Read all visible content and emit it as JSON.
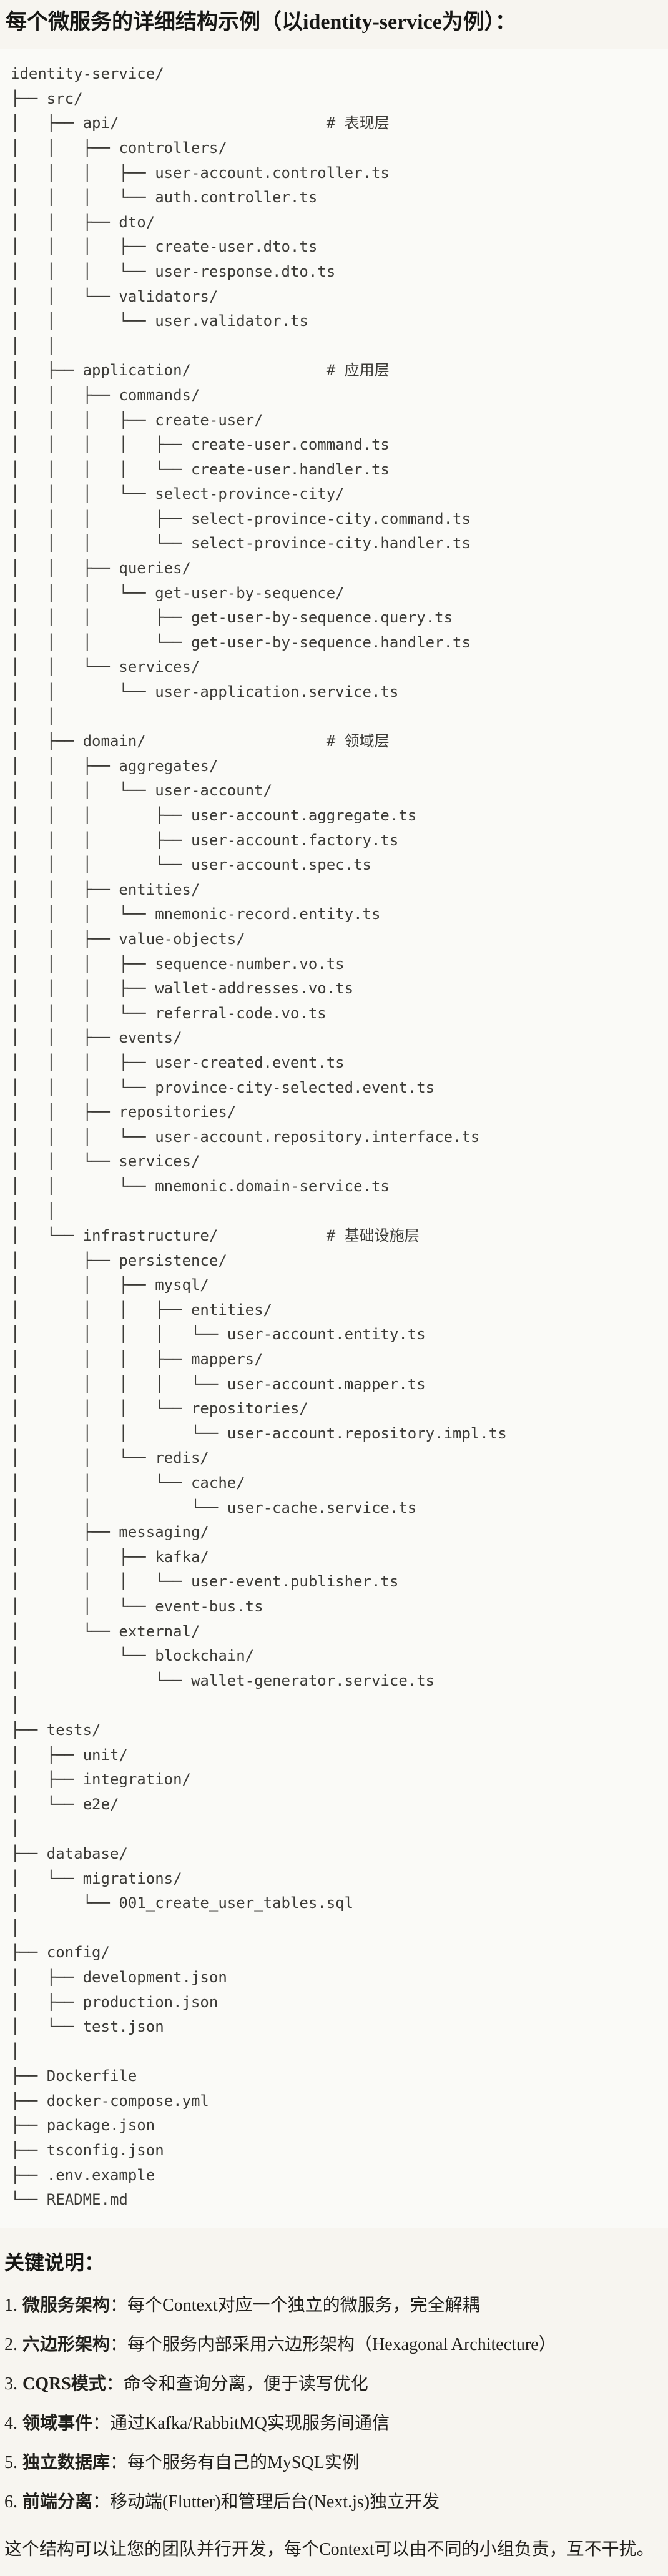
{
  "page": {
    "title": "每个微服务的详细结构示例（以identity-service为例）：",
    "notes_heading": "关键说明：",
    "closing_paragraph": "这个结构可以让您的团队并行开发，每个Context可以由不同的小组负责，互不干扰。"
  },
  "colors": {
    "page_bg": "#f7f5f0",
    "code_bg": "#fafaf7",
    "code_border": "#e8e5de",
    "body_text": "#21201c",
    "code_text": "#3c3b37"
  },
  "tree": {
    "root": "identity-service/",
    "layer_comments": [
      "# 表现层",
      "# 应用层",
      "# 领域层",
      "# 基础设施层"
    ],
    "lines": [
      "identity-service/",
      "├── src/",
      "│   ├── api/                       # 表现层",
      "│   │   ├── controllers/",
      "│   │   │   ├── user-account.controller.ts",
      "│   │   │   └── auth.controller.ts",
      "│   │   ├── dto/",
      "│   │   │   ├── create-user.dto.ts",
      "│   │   │   └── user-response.dto.ts",
      "│   │   └── validators/",
      "│   │       └── user.validator.ts",
      "│   │",
      "│   ├── application/               # 应用层",
      "│   │   ├── commands/",
      "│   │   │   ├── create-user/",
      "│   │   │   │   ├── create-user.command.ts",
      "│   │   │   │   └── create-user.handler.ts",
      "│   │   │   └── select-province-city/",
      "│   │   │       ├── select-province-city.command.ts",
      "│   │   │       └── select-province-city.handler.ts",
      "│   │   ├── queries/",
      "│   │   │   └── get-user-by-sequence/",
      "│   │   │       ├── get-user-by-sequence.query.ts",
      "│   │   │       └── get-user-by-sequence.handler.ts",
      "│   │   └── services/",
      "│   │       └── user-application.service.ts",
      "│   │",
      "│   ├── domain/                    # 领域层",
      "│   │   ├── aggregates/",
      "│   │   │   └── user-account/",
      "│   │   │       ├── user-account.aggregate.ts",
      "│   │   │       ├── user-account.factory.ts",
      "│   │   │       └── user-account.spec.ts",
      "│   │   ├── entities/",
      "│   │   │   └── mnemonic-record.entity.ts",
      "│   │   ├── value-objects/",
      "│   │   │   ├── sequence-number.vo.ts",
      "│   │   │   ├── wallet-addresses.vo.ts",
      "│   │   │   └── referral-code.vo.ts",
      "│   │   ├── events/",
      "│   │   │   ├── user-created.event.ts",
      "│   │   │   └── province-city-selected.event.ts",
      "│   │   ├── repositories/",
      "│   │   │   └── user-account.repository.interface.ts",
      "│   │   └── services/",
      "│   │       └── mnemonic.domain-service.ts",
      "│   │",
      "│   └── infrastructure/            # 基础设施层",
      "│       ├── persistence/",
      "│       │   ├── mysql/",
      "│       │   │   ├── entities/",
      "│       │   │   │   └── user-account.entity.ts",
      "│       │   │   ├── mappers/",
      "│       │   │   │   └── user-account.mapper.ts",
      "│       │   │   └── repositories/",
      "│       │   │       └── user-account.repository.impl.ts",
      "│       │   └── redis/",
      "│       │       └── cache/",
      "│       │           └── user-cache.service.ts",
      "│       ├── messaging/",
      "│       │   ├── kafka/",
      "│       │   │   └── user-event.publisher.ts",
      "│       │   └── event-bus.ts",
      "│       └── external/",
      "│           └── blockchain/",
      "│               └── wallet-generator.service.ts",
      "│",
      "├── tests/",
      "│   ├── unit/",
      "│   ├── integration/",
      "│   └── e2e/",
      "│",
      "├── database/",
      "│   └── migrations/",
      "│       └── 001_create_user_tables.sql",
      "│",
      "├── config/",
      "│   ├── development.json",
      "│   ├── production.json",
      "│   └── test.json",
      "│",
      "├── Dockerfile",
      "├── docker-compose.yml",
      "├── package.json",
      "├── tsconfig.json",
      "├── .env.example",
      "└── README.md"
    ]
  },
  "notes": {
    "items": [
      {
        "num": "1.",
        "label": "微服务架构",
        "text": "：每个Context对应一个独立的微服务，完全解耦"
      },
      {
        "num": "2.",
        "label": "六边形架构",
        "text": "：每个服务内部采用六边形架构（Hexagonal Architecture）"
      },
      {
        "num": "3.",
        "label": "CQRS模式",
        "text": "：命令和查询分离，便于读写优化"
      },
      {
        "num": "4.",
        "label": "领域事件",
        "text": "：通过Kafka/RabbitMQ实现服务间通信"
      },
      {
        "num": "5.",
        "label": "独立数据库",
        "text": "：每个服务有自己的MySQL实例"
      },
      {
        "num": "6.",
        "label": "前端分离",
        "text": "：移动端(Flutter)和管理后台(Next.js)独立开发"
      }
    ]
  }
}
